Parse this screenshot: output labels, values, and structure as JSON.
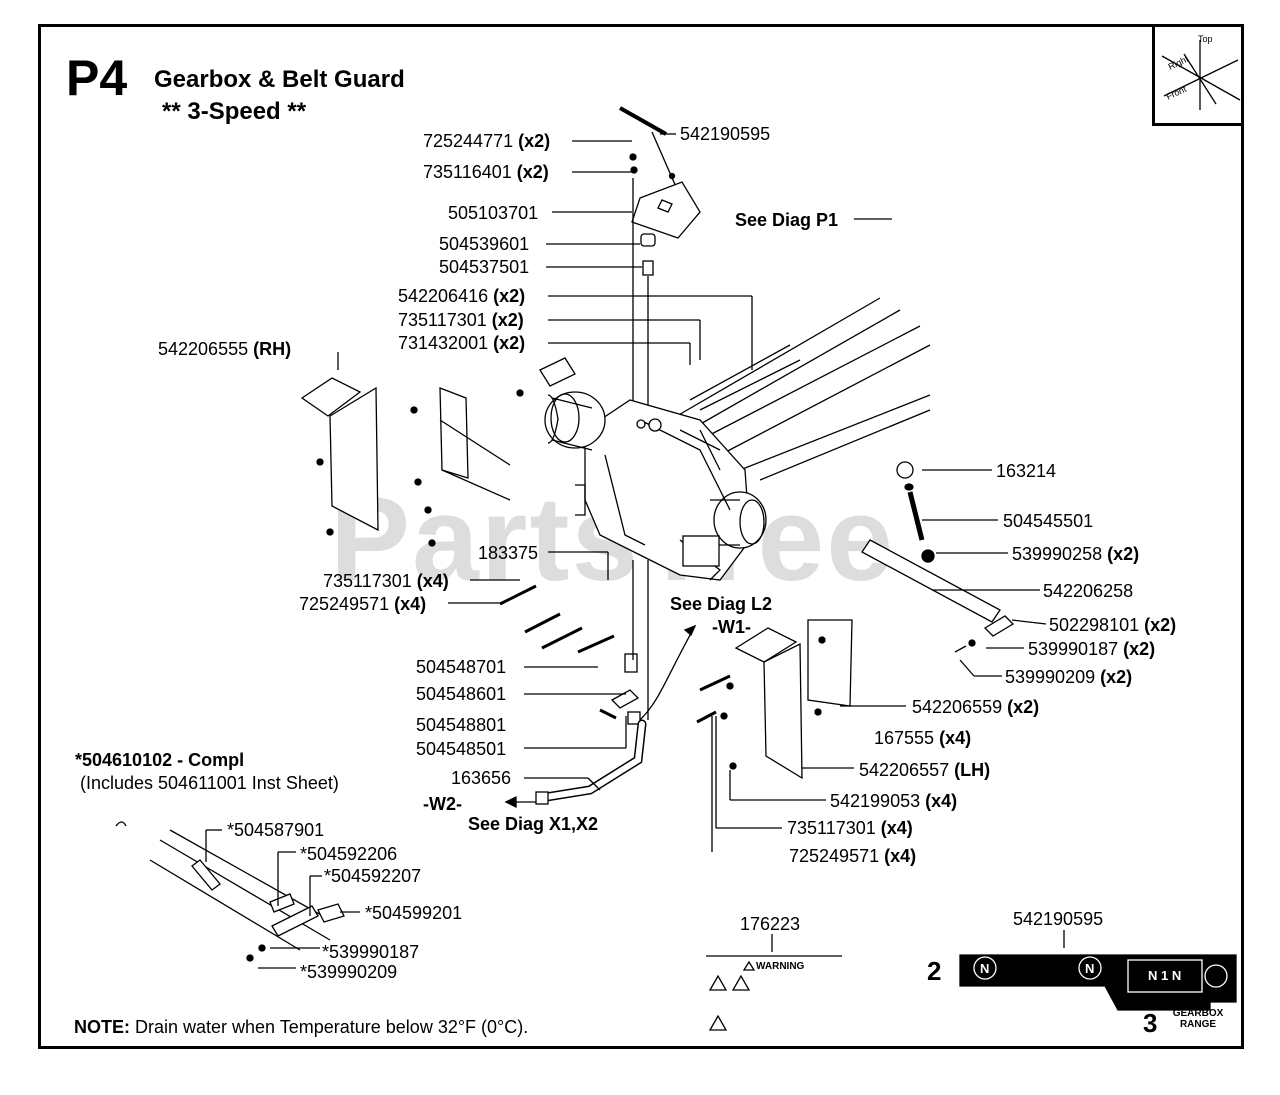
{
  "header": {
    "code": "P4",
    "title": "Gearbox & Belt Guard",
    "subtitle": "** 3-Speed **"
  },
  "watermark": "PartsTree",
  "labels": [
    {
      "part": "725244771",
      "qty": "(x2)"
    },
    {
      "part": "735116401",
      "qty": "(x2)"
    },
    {
      "part": "505103701",
      "qty": ""
    },
    {
      "part": "504539601",
      "qty": ""
    },
    {
      "part": "504537501",
      "qty": ""
    },
    {
      "part": "542206416",
      "qty": "(x2)"
    },
    {
      "part": "735117301",
      "qty": "(x2)"
    },
    {
      "part": "731432001",
      "qty": "(x2)"
    },
    {
      "part": "542206555",
      "qty": "(RH)"
    },
    {
      "part": "183375",
      "qty": ""
    },
    {
      "part": "735117301",
      "qty": "(x4)"
    },
    {
      "part": "725249571",
      "qty": "(x4)"
    },
    {
      "part": "504548701",
      "qty": ""
    },
    {
      "part": "504548601",
      "qty": ""
    },
    {
      "part": "504548801",
      "qty": ""
    },
    {
      "part": "504548501",
      "qty": ""
    },
    {
      "part": "163656",
      "qty": ""
    },
    {
      "part": "542190595",
      "qty": ""
    },
    {
      "part": "163214",
      "qty": ""
    },
    {
      "part": "504545501",
      "qty": ""
    },
    {
      "part": "539990258",
      "qty": "(x2)"
    },
    {
      "part": "542206258",
      "qty": ""
    },
    {
      "part": "502298101",
      "qty": "(x2)"
    },
    {
      "part": "539990187",
      "qty": "(x2)"
    },
    {
      "part": "539990209",
      "qty": "(x2)"
    },
    {
      "part": "542206559",
      "qty": "(x2)"
    },
    {
      "part": "167555",
      "qty": "(x4)"
    },
    {
      "part": "542206557",
      "qty": "(LH)"
    },
    {
      "part": "542199053",
      "qty": "(x4)"
    },
    {
      "part": "735117301",
      "qty": "(x4)"
    },
    {
      "part": "725249571",
      "qty": "(x4)"
    }
  ],
  "refs": {
    "see_p1": "See Diag P1",
    "see_l2": "See Diag L2",
    "w1": "-W1-",
    "w2": "-W2-",
    "see_x1x2": "See Diag X1,X2"
  },
  "kit": {
    "title": "*504610102 - Compl",
    "sub": "(Includes 504611001 Inst Sheet)",
    "parts": [
      "*504587901",
      "*504592206",
      "*504592207",
      "*504599201",
      "*539990187",
      "*539990209"
    ]
  },
  "decals": {
    "warning_part": "176223",
    "warning_text": "WARNING",
    "range_part": "542190595",
    "speed2": "2",
    "speed3": "3",
    "gearbox_range": "GEARBOX RANGE"
  },
  "note": {
    "label": "NOTE:",
    "text": " Drain water when Temperature below 32°F (0°C)."
  },
  "compass": {
    "top": "Top",
    "right": "Right",
    "front": "Front"
  }
}
